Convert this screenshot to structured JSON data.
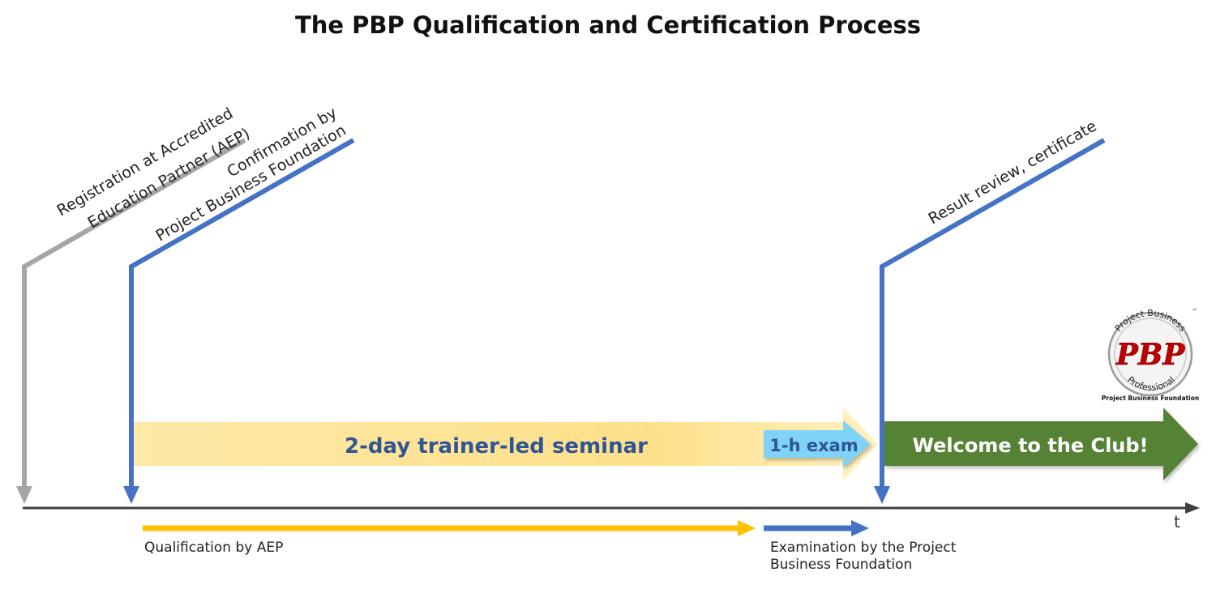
{
  "title": "The PBP Qualification and Certification Process",
  "milestones": {
    "registration": [
      "Registration at Accredited",
      "Education Partner (AEP)"
    ],
    "confirmation": [
      "Confirmation by",
      "Project Business Foundation"
    ],
    "result": [
      "Result review, certificate"
    ]
  },
  "phases": {
    "seminar": "2-day trainer-led seminar",
    "exam": "1-h exam",
    "welcome": "Welcome to the Club!"
  },
  "axis": {
    "label": "t"
  },
  "bottom": {
    "qualification": "Qualification by AEP",
    "examination": [
      "Examination by the Project",
      "Business Foundation"
    ]
  },
  "logo": {
    "top_text": "Project Business",
    "initials": "PBP",
    "bottom_text": "Professional",
    "tm": "™",
    "caption": "Project Business Foundation"
  },
  "colors": {
    "gray": "#a6a6a6",
    "blue": "#4472c4",
    "yellow_fill": "#ffe699",
    "yellow_line": "#ffc000",
    "exam_fill": "#7ed3f7",
    "green": "#548235",
    "text_blue": "#2f5597",
    "logo_red": "#c00000"
  }
}
